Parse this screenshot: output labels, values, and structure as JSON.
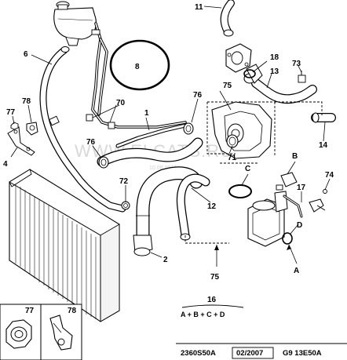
{
  "callouts": {
    "c1": "1",
    "c2": "2",
    "c4": "4",
    "c6": "6",
    "c8": "8",
    "c11": "11",
    "c12": "12",
    "c13": "13",
    "c14": "14",
    "c17": "17",
    "c18": "18",
    "c70": "70",
    "c71": "71",
    "c72": "72",
    "c73": "73",
    "c74": "74",
    "c75a": "75",
    "c75b": "75",
    "c76a": "76",
    "c76b": "76",
    "c77": "77",
    "c78": "78",
    "cA": "A",
    "cB": "B",
    "cC": "C",
    "cD": "D"
  },
  "watermark": {
    "text": "WWW.ELCATS.RU",
    "date": "10.08.2014"
  },
  "formula": {
    "top": "16",
    "bottom": "A + B + C + D"
  },
  "legend": {
    "left": "77",
    "right": "78"
  },
  "footer": {
    "ref": "2360S50A",
    "date": "02/2007",
    "code": "G9 13E50A"
  }
}
